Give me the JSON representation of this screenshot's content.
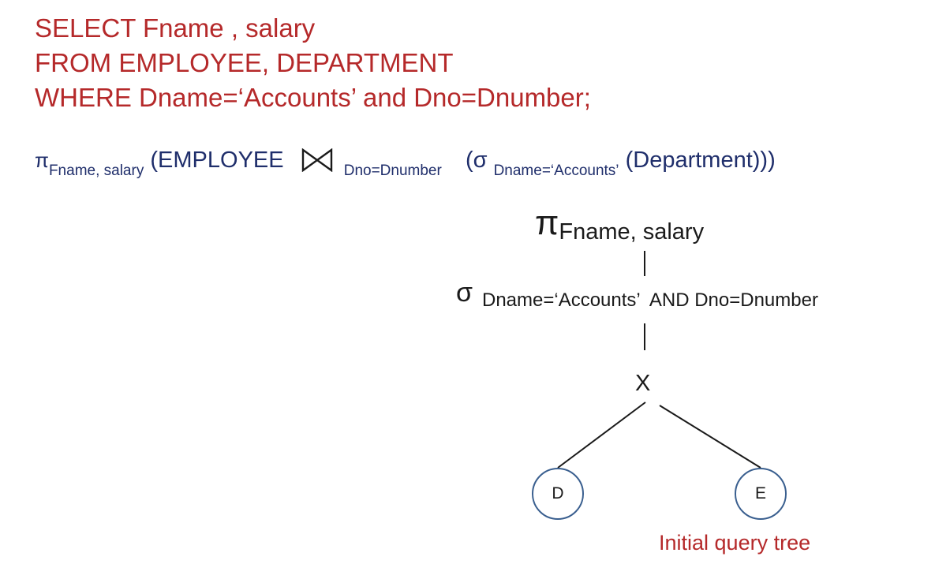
{
  "sql": {
    "lines": [
      "SELECT Fname , salary",
      "FROM EMPLOYEE, DEPARTMENT",
      "WHERE Dname=‘Accounts’ and Dno=Dnumber;"
    ]
  },
  "relational_algebra": {
    "pi_symbol": "π",
    "pi_subscript": "Fname, salary",
    "open_employee": "(EMPLOYEE",
    "join_symbol": "bowtie-join",
    "join_subscript": "Dno=Dnumber",
    "open_sigma": "(σ",
    "sigma_subscript": "Dname=‘Accounts’",
    "department_close": "(Department)))"
  },
  "tree": {
    "projection_symbol": "π",
    "projection_attrs": "Fname, salary",
    "selection_symbol": "σ",
    "selection_condition": "Dname=‘Accounts’  AND Dno=Dnumber",
    "product_symbol": "X",
    "left_leaf": "D",
    "right_leaf": "E",
    "caption": "Initial query tree"
  },
  "colors": {
    "sql_red": "#b5292a",
    "algebra_navy": "#1f2e6b",
    "leaf_border": "#3a5f8f"
  }
}
